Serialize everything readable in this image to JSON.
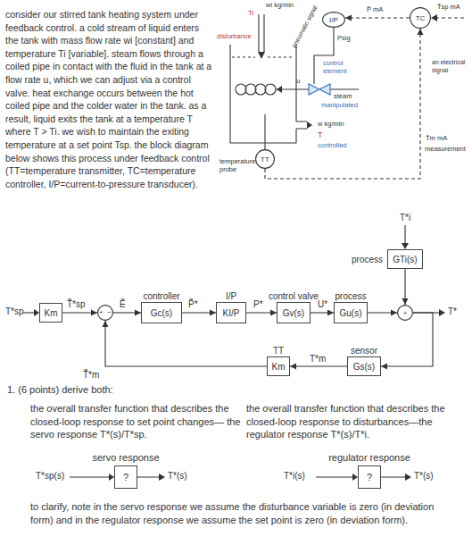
{
  "diagram": {
    "nodes": [
      {
        "text": [
          "I/P"
        ]
      },
      {
        "text": [
          "TC"
        ]
      },
      {
        "text": [
          "TT"
        ]
      },
      {
        "text": [
          "process",
          "GTi(s)"
        ]
      },
      {
        "text": [
          "Km"
        ]
      },
      {
        "text": [
          "+",
          "−"
        ]
      },
      {
        "text": [
          "controller",
          "Gc(s)"
        ]
      },
      {
        "text": [
          "I/P",
          "KI/P"
        ]
      },
      {
        "text": [
          "control valve",
          "Gv(s)"
        ]
      },
      {
        "text": [
          "process",
          "Gu(s)"
        ]
      },
      {
        "text": [
          "+"
        ]
      },
      {
        "text": [
          "TT",
          "Km"
        ]
      },
      {
        "text": [
          "sensor",
          "Gs(s)"
        ]
      },
      {
        "text": [
          "?"
        ]
      },
      {
        "text": [
          "?"
        ]
      }
    ],
    "edges": [
      {
        "from": 1,
        "to": 0,
        "label": "P̃ mA",
        "arrow": "to"
      },
      {
        "from": 2,
        "to": 1,
        "label": "T̃m mA",
        "arrow": "to"
      },
      {
        "from": 3,
        "to": 10,
        "arrow": "to"
      },
      {
        "from": 4,
        "to": 5,
        "label": "T̃*sp",
        "arrow": "to"
      },
      {
        "from": 5,
        "to": 6,
        "label": "Ẽ",
        "arrow": "to"
      },
      {
        "from": 6,
        "to": 7,
        "label": "P̃*",
        "arrow": "to"
      },
      {
        "from": 7,
        "to": 8,
        "label": "P*",
        "arrow": "to"
      },
      {
        "from": 8,
        "to": 9,
        "label": "U*",
        "arrow": "to"
      },
      {
        "from": 9,
        "to": 10,
        "arrow": "to"
      },
      {
        "from": 10,
        "to": 12,
        "arrow": "to"
      },
      {
        "from": 12,
        "to": 11,
        "label": "T*m",
        "arrow": "to"
      },
      {
        "from": 11,
        "to": 5,
        "label": "T̃*m",
        "arrow": "to"
      }
    ],
    "labels": [
      "consider our stirred tank heating system under feedback control. a cold stream of liquid enters the tank with mass flow rate wi [constant] and temperature Ti [variable]. steam flows through a coiled pipe in contact with the fluid in the tank at a flow rate u, which we can adjust via a control valve. heat exchange occurs between the hot coiled pipe and the colder water in the tank. as a result, liquid exits the tank at a temperature T where T > Ti. we wish to maintain the exiting temperature at a set point Tsp. the block diagram below shows this process under feedback control (TT=temperature transmitter, TC=temperature controller, I/P=current-to-pressure transducer).",
      "wi kg/min",
      "Ti",
      "disturbance",
      "pneumatic signal",
      "Psig",
      "control element",
      "u",
      "steam",
      "manipulated",
      "w kg/min",
      "T",
      "controlled",
      "temperature probe",
      "T̃sp mA",
      "an electrical signal",
      "measurement",
      "T*i",
      "T*sp",
      "T*",
      "1. (6 points) derive both:",
      "the overall transfer function that describes the closed-loop response to set point changes— the servo response T*(s)/T*sp.",
      "the overall transfer function that describes the closed-loop response to disturbances—the regulator response T*(s)/T*i.",
      "servo response",
      "T*sp(s)",
      "T*(s)",
      "regulator response",
      "T*i(s)",
      "T*(s)",
      "to clarify, note in the servo response we assume the disturbance variable is zero (in deviation form) and in the regulator response we assume the set point is zero (in deviation form)."
    ]
  }
}
